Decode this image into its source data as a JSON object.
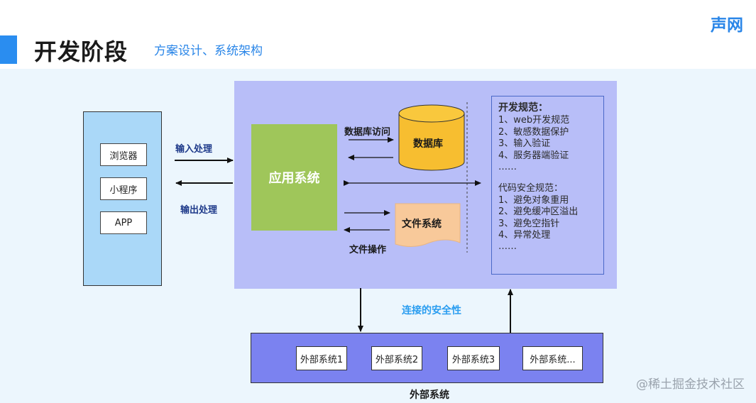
{
  "header": {
    "title": "开发阶段",
    "subtitle": "方案设计、系统架构",
    "brand": "声网"
  },
  "clients": {
    "items": [
      "浏览器",
      "小程序",
      "APP"
    ]
  },
  "edges": {
    "input": "输入处理",
    "output": "输出处理",
    "db_access": "数据库访问",
    "file_ops": "文件操作",
    "connection_security": "连接的安全性"
  },
  "app_system": "应用系统",
  "database": "数据库",
  "file_system": "文件系统",
  "rules": {
    "dev_title": "开发规范：",
    "dev_items": [
      "1、web开发规范",
      "2、敏感数据保护",
      "3、输入验证",
      "4、服务器端验证",
      "……"
    ],
    "code_title": "代码安全规范：",
    "code_items": [
      "1、避免对象重用",
      "2、避免缓冲区溢出",
      "3、避免空指针",
      "4、异常处理",
      "……"
    ]
  },
  "external": {
    "label": "外部系统",
    "items": [
      "外部系统1",
      "外部系统2",
      "外部系统3",
      "外部系统..."
    ]
  },
  "colors": {
    "accent": "#2a86e8",
    "client_panel": "#aad8f8",
    "system_panel": "#b8bef8",
    "app_box": "#9fc65a",
    "database": "#f7be30",
    "file_system": "#f8c99a",
    "external_panel": "#7b82f0"
  },
  "watermark": "@稀土掘金技术社区"
}
